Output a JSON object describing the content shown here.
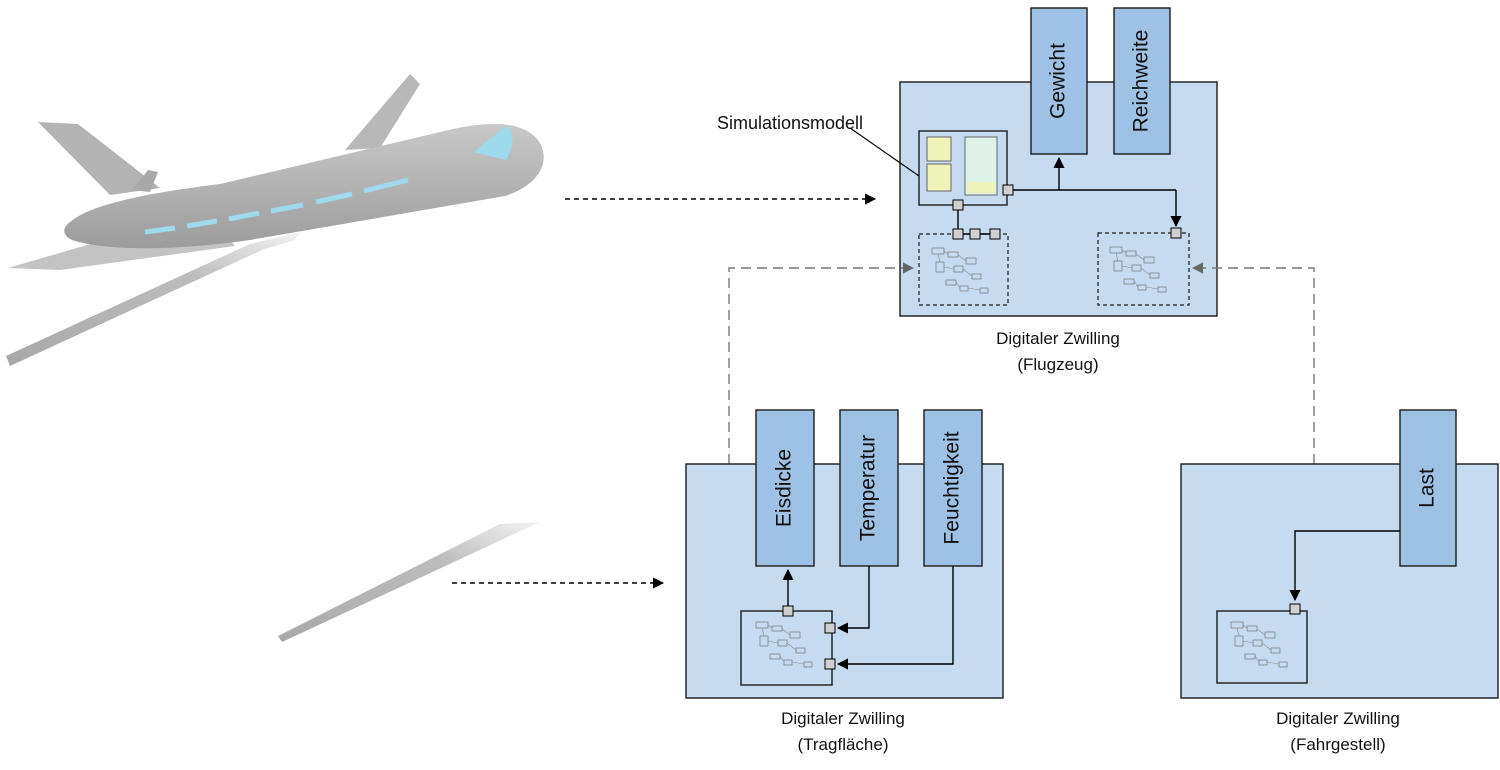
{
  "twins": {
    "aircraft": {
      "caption_line1": "Digitaler Zwilling",
      "caption_line2": "(Flugzeug)",
      "param1": "Gewicht",
      "param2": "Reichweite",
      "sim_label": "Simulationsmodell"
    },
    "wing": {
      "caption_line1": "Digitaler Zwilling",
      "caption_line2": "(Tragfläche)",
      "param1": "Eisdicke",
      "param2": "Temperatur",
      "param3": "Feuchtigkeit"
    },
    "gear": {
      "caption_line1": "Digitaler Zwilling",
      "caption_line2": "(Fahrgestell)",
      "param1": "Last"
    }
  },
  "colors": {
    "container_fill": "#c7dbf0",
    "param_fill": "#9dc2e6",
    "line": "#000000",
    "dashed_link": "#7a7a7a",
    "aircraft_body": "#b3b3b3",
    "window_accent": "#9ed9ec",
    "port_fill": "#d0d0d0"
  }
}
